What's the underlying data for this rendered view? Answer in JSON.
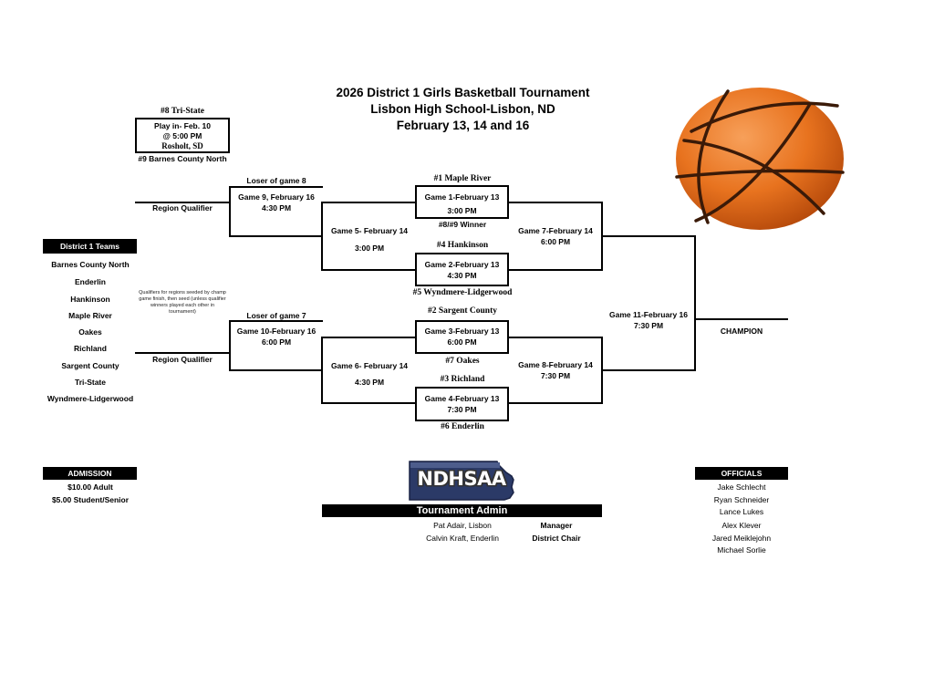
{
  "header": {
    "title_line1": "2026 District 1 Girls Basketball Tournament",
    "title_line2": "Lisbon High School-Lisbon, ND",
    "title_line3": "February 13, 14 and 16"
  },
  "playin": {
    "top_team": "#8 Tri-State",
    "line1": "Play in- Feb. 10",
    "line2": "@  5:00 PM",
    "line3": "Rosholt, SD",
    "bottom_team": "#9 Barnes County North"
  },
  "teams_list": {
    "header": "District 1 Teams",
    "items": [
      "Barnes County North",
      "Enderlin",
      "Hankinson",
      "Maple River",
      "Oakes",
      "Richland",
      "Sargent County",
      "Tri-State",
      "Wyndmere-Lidgerwood"
    ]
  },
  "qualifier_note": "Qualifiers for regions seeded by champ game finish, then seed (unless qualifier winners played each other in tournament)",
  "bracket": {
    "g9_label": "Loser of game 8",
    "g9_name": "Game 9, February 16",
    "g9_time": "4:30 PM",
    "g9_result": "Region Qualifier",
    "g10_label": "Loser of game 7",
    "g10_name": "Game 10-February 16",
    "g10_time": "6:00 PM",
    "g10_result": "Region Qualifier",
    "g1_top": "#1 Maple River",
    "g1_name": "Game 1-February 13",
    "g1_time": "3:00 PM",
    "g1_bottom": "#8/#9 Winner",
    "g2_top": "#4 Hankinson",
    "g2_name": "Game 2-February 13",
    "g2_time": "4:30 PM",
    "g2_bottom": "#5 Wyndmere-Lidgerwood",
    "g3_top": "#2 Sargent County",
    "g3_name": "Game 3-February 13",
    "g3_time": "6:00 PM",
    "g3_bottom": "#7 Oakes",
    "g4_top": "#3 Richland",
    "g4_name": "Game 4-February 13",
    "g4_time": "7:30 PM",
    "g4_bottom": "#6 Enderlin",
    "g5_name": "Game 5- February 14",
    "g5_time": "3:00 PM",
    "g6_name": "Game 6- February 14",
    "g6_time": "4:30 PM",
    "g7_name": "Game 7-February 14",
    "g7_time": "6:00 PM",
    "g8_name": "Game 8-February 14",
    "g8_time": "7:30 PM",
    "g11_name": "Game 11-February 16",
    "g11_time": "7:30 PM",
    "champion": "CHAMPION"
  },
  "admission": {
    "header": "ADMISSION",
    "adult": "$10.00 Adult",
    "student": "$5.00 Student/Senior"
  },
  "logo": {
    "text": "NDHSAA",
    "color": "#2b3a67"
  },
  "admin": {
    "header": "Tournament Admin",
    "rows": [
      {
        "name": "Pat Adair, Lisbon",
        "role": "Manager"
      },
      {
        "name": "Calvin Kraft, Enderlin",
        "role": "District Chair"
      }
    ]
  },
  "officials": {
    "header": "OFFICIALS",
    "names": [
      "Jake Schlecht",
      "Ryan Schneider",
      "Lance Lukes",
      "Alex Klever",
      "Jared Meiklejohn",
      "Michael Sorlie"
    ]
  },
  "colors": {
    "ball": "#e8731f",
    "ball_dark": "#b4480a",
    "seam": "#3a1a08"
  }
}
